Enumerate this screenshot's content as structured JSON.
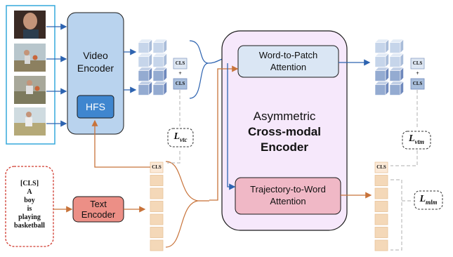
{
  "video_encoder": {
    "label": "Video\nEncoder",
    "sub_module": "HFS"
  },
  "text_encoder": {
    "label": "Text\nEncoder"
  },
  "cross_modal": {
    "title_line1": "Asymmetric",
    "title_line2": "Cross-modal",
    "title_line3": "Encoder",
    "word_to_patch": "Word-to-Patch\nAttention",
    "trajectory_to_word": "Trajectory-to-Word\nAttention"
  },
  "input_text": {
    "lines": [
      "[CLS]",
      "A",
      "boy",
      "is",
      "playing",
      "basketball"
    ]
  },
  "cls_token": "CLS",
  "plus_sign": "+",
  "losses": {
    "vtc": {
      "main": "L",
      "sub": "vtc"
    },
    "vtm": {
      "main": "L",
      "sub": "vtm"
    },
    "mlm": {
      "main": "L",
      "sub": "mlm"
    }
  },
  "colors": {
    "video_blue": "#b9d3ee",
    "hfs_blue": "#3f86cf",
    "frame_border": "#35a8dc",
    "cross_modal_fill": "#f6e8fb",
    "attention_top_fill": "#dae6f4",
    "attention_bottom_fill": "#f0b8c6",
    "text_encoder_fill": "#ec8f86",
    "arrow_blue": "#2d63b0",
    "arrow_orange": "#c8733a",
    "dashed_red": "#d03a2f",
    "cube_blue": "#a9bfdc",
    "cube_blue_dark": "#6f89bd",
    "text_token": "#f4d8b8"
  }
}
